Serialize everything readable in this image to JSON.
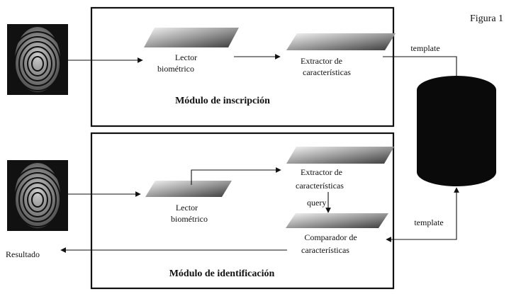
{
  "figure_label": "Figura 1",
  "enrollment": {
    "title": "Módulo de inscripción",
    "reader_label": [
      "Lector",
      "biométrico"
    ],
    "extractor_label": [
      "Extractor de",
      "características"
    ]
  },
  "identification": {
    "title": "Módulo de identificación",
    "reader_label": [
      "Lector",
      "biométrico"
    ],
    "extractor_label": [
      "Extractor de",
      "características"
    ],
    "query_label": "query",
    "comparator_label": [
      "Comparador de",
      "características"
    ]
  },
  "template_label_top": "template",
  "template_label_bottom": "template",
  "result_label": "Resultado",
  "icons": {
    "fingerprint": "fingerprint-image",
    "database": "database-cylinder",
    "device": "sensor-device-plate"
  }
}
